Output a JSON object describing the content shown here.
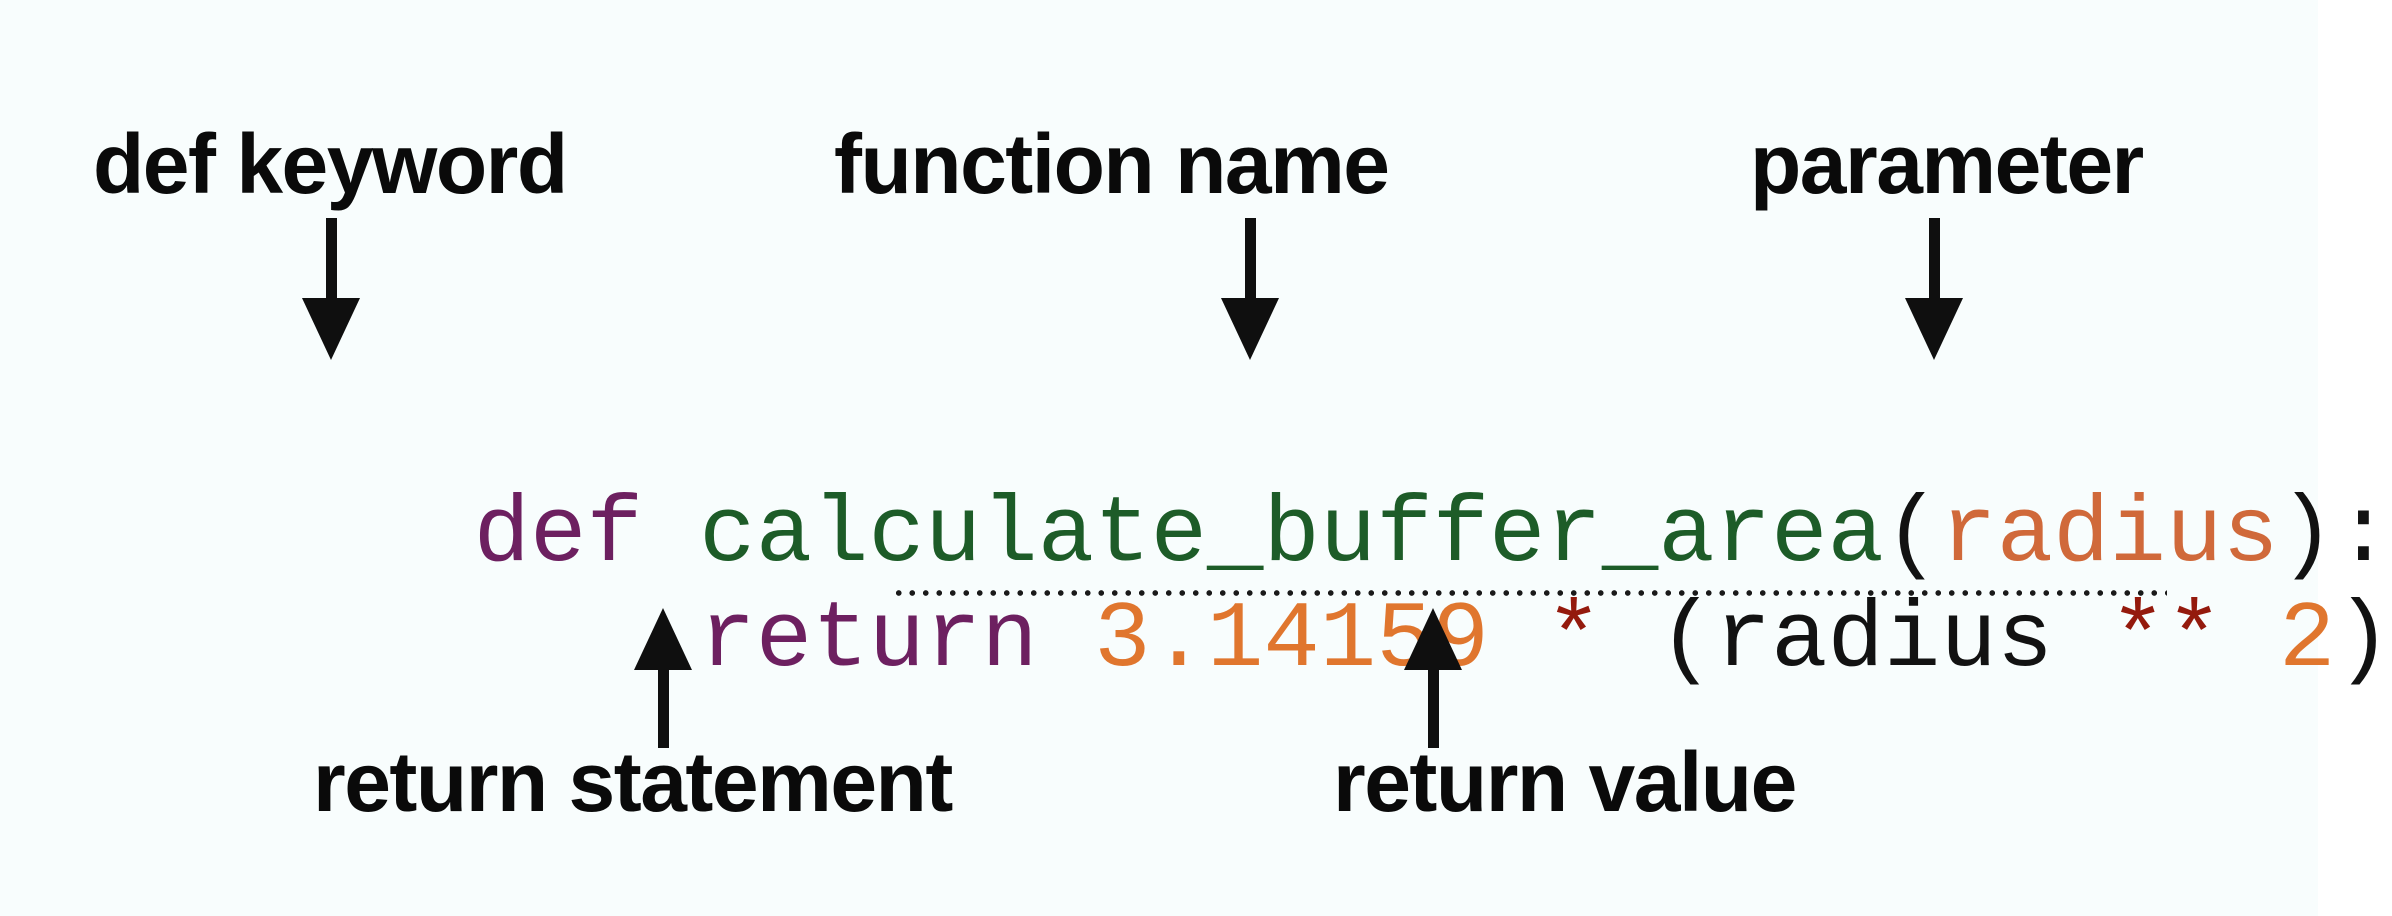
{
  "colors": {
    "bg": "#f8fdfd",
    "label": "#0a0a0a",
    "arrow": "#0f0f0f",
    "dots": "#1a1a1a",
    "kw": "#6d2060",
    "fn": "#1d5c28",
    "param": "#d0693a",
    "num": "#e0762e",
    "op": "#941a0d",
    "plain": "#121212"
  },
  "annotations": {
    "top": [
      {
        "label": "def keyword"
      },
      {
        "label": "function name"
      },
      {
        "label": "parameter"
      }
    ],
    "bottom": [
      {
        "label": "return statement"
      },
      {
        "label": "return value"
      }
    ]
  },
  "code": {
    "line1": {
      "tokens": [
        {
          "text": "def",
          "type": "keyword"
        },
        {
          "text": " ",
          "type": "plain"
        },
        {
          "text": "calculate_buffer_area",
          "type": "function-name"
        },
        {
          "text": "(",
          "type": "plain"
        },
        {
          "text": "radius",
          "type": "parameter"
        },
        {
          "text": "):",
          "type": "plain"
        }
      ]
    },
    "line2": {
      "tokens": [
        {
          "text": "    ",
          "type": "plain"
        },
        {
          "text": "return",
          "type": "keyword"
        },
        {
          "text": " ",
          "type": "plain"
        },
        {
          "text": "3.14159",
          "type": "number"
        },
        {
          "text": " ",
          "type": "plain"
        },
        {
          "text": "*",
          "type": "operator"
        },
        {
          "text": " (radius ",
          "type": "plain"
        },
        {
          "text": "**",
          "type": "operator"
        },
        {
          "text": " ",
          "type": "plain"
        },
        {
          "text": "2",
          "type": "number"
        },
        {
          "text": ")",
          "type": "plain"
        }
      ]
    }
  }
}
